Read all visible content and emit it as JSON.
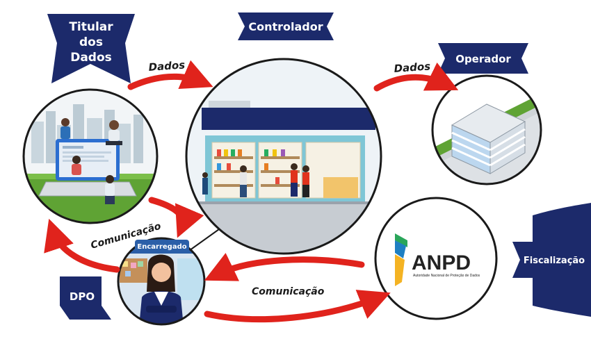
{
  "nodes": {
    "titular": {
      "label_lines": [
        "Titular",
        "dos",
        "Dados"
      ]
    },
    "controlador": {
      "label": "Controlador"
    },
    "operador": {
      "label": "Operador"
    },
    "dpo": {
      "label": "DPO",
      "badge": "Encarregado"
    },
    "anpd": {
      "logo_text": "ANPD",
      "logo_subtitle": "Autoridade Nacional de Proteção de Dados",
      "side_label": "Fiscalização"
    }
  },
  "flows": {
    "titular_to_controlador": "Dados",
    "controlador_to_operador": "Dados",
    "dpo_to_titular": "Comunicação",
    "anpd_dpo": "Comunicação"
  },
  "colors": {
    "navy": "#1c2a6b",
    "arrow_red": "#e0231c",
    "circle_stroke": "#1a1a1a"
  }
}
